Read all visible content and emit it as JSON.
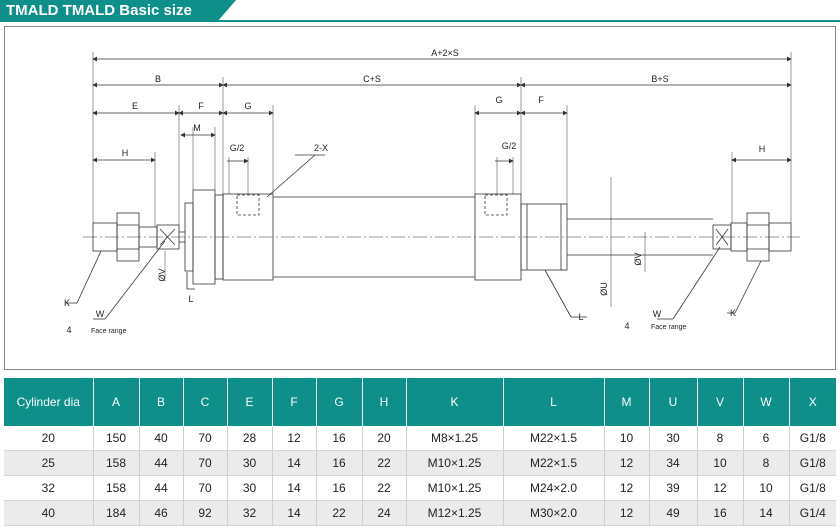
{
  "title": "TMALD TMALD Basic size",
  "drawing": {
    "labels": {
      "a2s": "A+2×S",
      "b": "B",
      "cs": "C+S",
      "bs": "B+S",
      "e": "E",
      "f": "F",
      "g": "G",
      "m": "M",
      "h": "H",
      "g2": "G/2",
      "x2": "2-X",
      "k": "K",
      "w": "W",
      "l": "L",
      "v": "ØV",
      "u": "ØU",
      "four": "4",
      "face_range": "Face range"
    }
  },
  "table": {
    "headers": [
      "Cylinder dia",
      "A",
      "B",
      "C",
      "E",
      "F",
      "G",
      "H",
      "K",
      "L",
      "M",
      "U",
      "V",
      "W",
      "X"
    ],
    "rows": [
      [
        "20",
        "150",
        "40",
        "70",
        "28",
        "12",
        "16",
        "20",
        "M8×1.25",
        "M22×1.5",
        "10",
        "30",
        "8",
        "6",
        "G1/8"
      ],
      [
        "25",
        "158",
        "44",
        "70",
        "30",
        "14",
        "16",
        "22",
        "M10×1.25",
        "M22×1.5",
        "12",
        "34",
        "10",
        "8",
        "G1/8"
      ],
      [
        "32",
        "158",
        "44",
        "70",
        "30",
        "14",
        "16",
        "22",
        "M10×1.25",
        "M24×2.0",
        "12",
        "39",
        "12",
        "10",
        "G1/8"
      ],
      [
        "40",
        "184",
        "46",
        "92",
        "32",
        "14",
        "22",
        "24",
        "M12×1.25",
        "M30×2.0",
        "12",
        "49",
        "16",
        "14",
        "G1/4"
      ]
    ]
  }
}
